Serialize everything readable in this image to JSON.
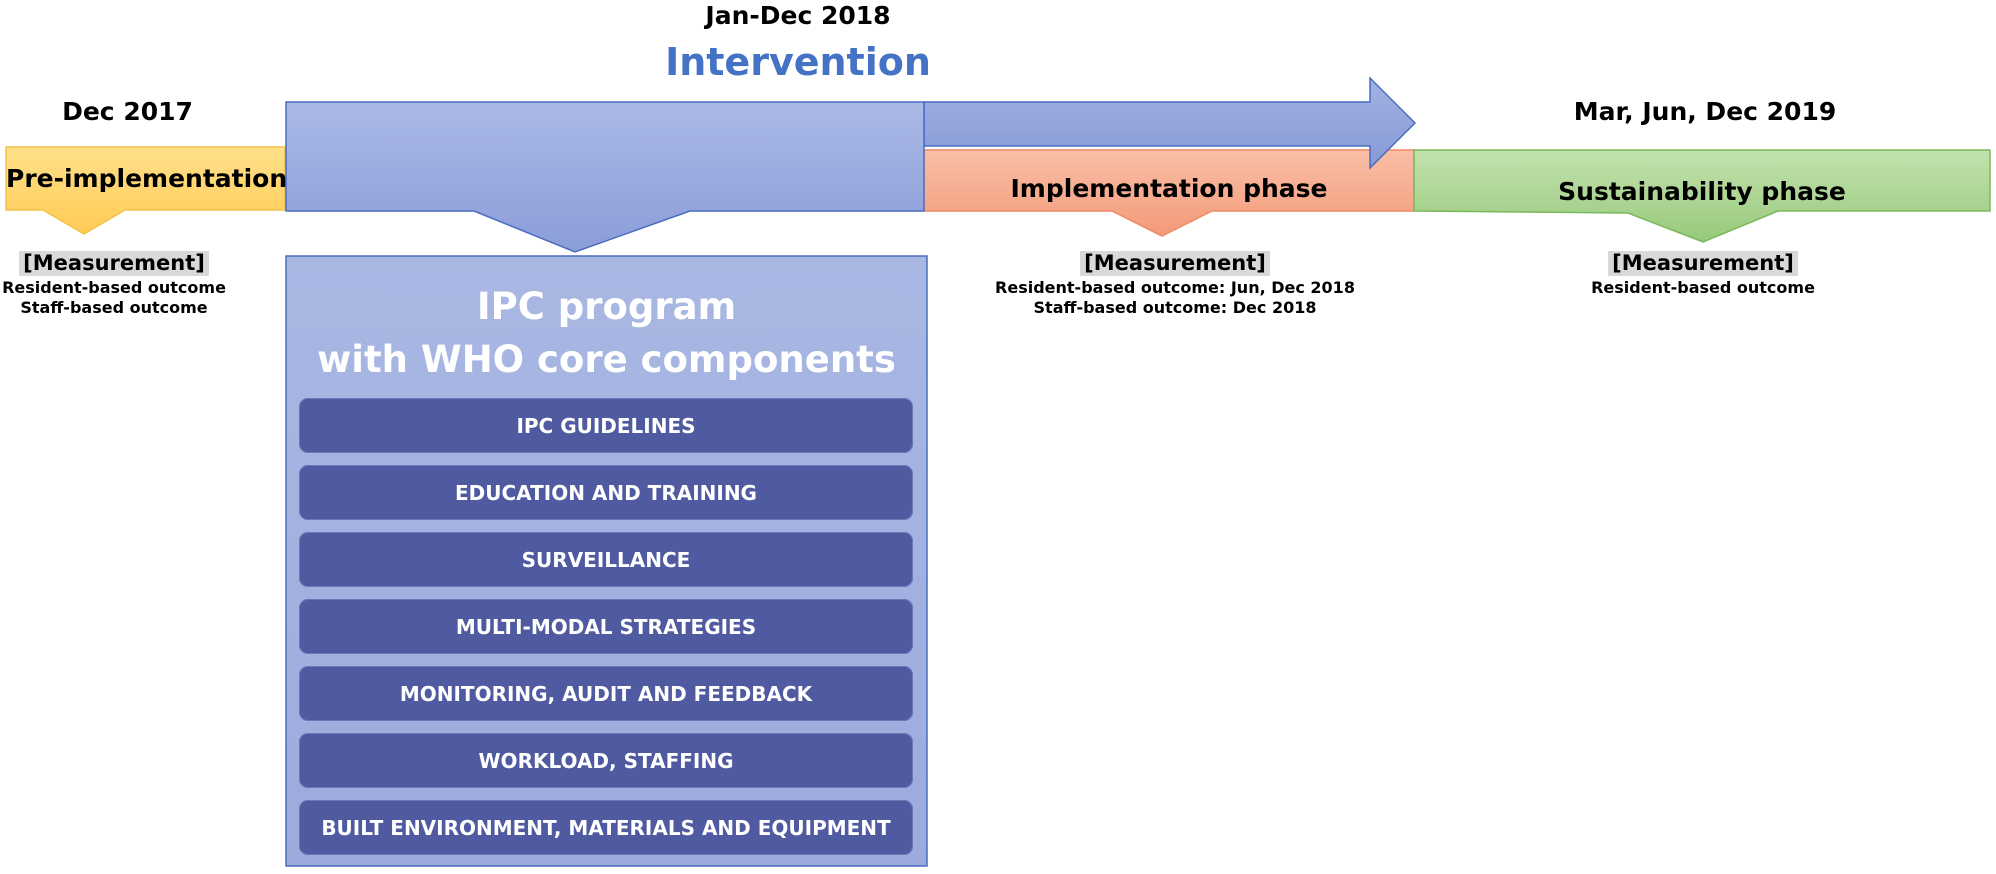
{
  "header": {
    "intervention_period": "Jan-Dec 2018",
    "intervention_title": "Intervention"
  },
  "pre": {
    "date": "Dec 2017",
    "label": "Pre-implementation",
    "measurement": {
      "title": "[Measurement]",
      "lines": [
        "Resident-based outcome",
        "Staff-based outcome"
      ]
    }
  },
  "implementation": {
    "label": "Implementation phase",
    "measurement": {
      "title": "[Measurement]",
      "lines": [
        "Resident-based outcome: Jun, Dec 2018",
        "Staff-based outcome: Dec 2018"
      ]
    }
  },
  "sustainability": {
    "date": "Mar, Jun, Dec 2019",
    "label": "Sustainability phase",
    "measurement": {
      "title": "[Measurement]",
      "lines": [
        "Resident-based outcome"
      ]
    }
  },
  "program": {
    "title_line1": "IPC program",
    "title_line2": "with WHO core components",
    "components": [
      "IPC GUIDELINES",
      "EDUCATION AND TRAINING",
      "SURVEILLANCE",
      "MULTI-MODAL STRATEGIES",
      "MONITORING, AUDIT AND FEEDBACK",
      "WORKLOAD, STAFFING",
      "BUILT ENVIRONMENT, MATERIALS AND EQUIPMENT"
    ]
  },
  "colors": {
    "intervention_title": "#4472c4",
    "pre_fill": "#ffd56b",
    "implementation_fill": "#f4a98c",
    "sustainability_fill": "#a9d18e",
    "program_fill": "#a6b4e0",
    "component_fill": "#4f5aa0"
  }
}
